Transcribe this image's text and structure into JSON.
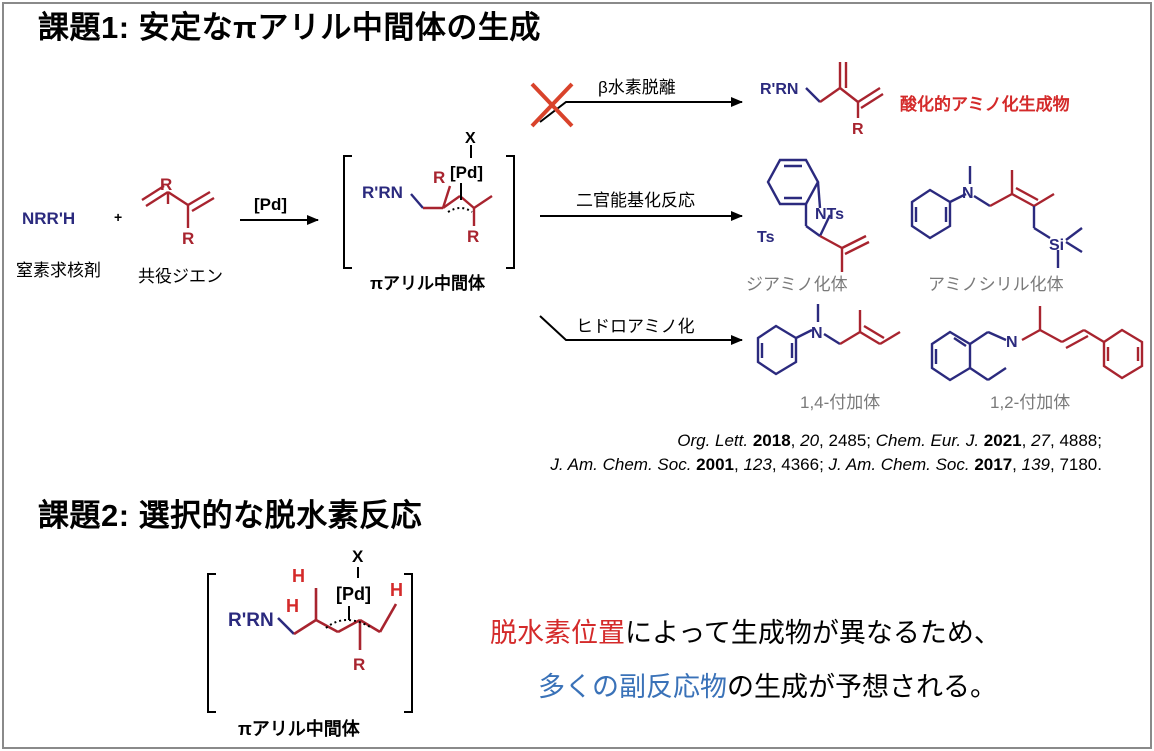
{
  "section1": {
    "heading": "課題1: 安定なπアリル中間体の生成"
  },
  "section2": {
    "heading": "課題2: 選択的な脱水素反応"
  },
  "reactants": {
    "nucleophile": "NRR'H",
    "nucleophile_label": "窒素求核剤",
    "plus": "+",
    "diene_label": "共役ジエン",
    "catalyst": "[Pd]"
  },
  "intermediate": {
    "label": "πアリル中間体"
  },
  "pathways": {
    "beta_elimination": "β水素脱離",
    "beta_product_label": "酸化的アミノ化生成物",
    "difunctionalization": "二官能基化反応",
    "diamination_label": "ジアミノ化体",
    "aminosilylation_label": "アミノシリル化体",
    "hydroamination": "ヒドロアミノ化",
    "adduct_14_label": "1,4-付加体",
    "adduct_12_label": "1,2-付加体"
  },
  "references": {
    "line1": "Org. Lett. 2018, 20, 2485; Chem. Eur. J. 2021, 27, 4888;",
    "line2": "J. Am. Chem. Soc. 2001, 123, 4366; J. Am. Chem. Soc. 2017, 139, 7180."
  },
  "atoms": {
    "r": "R",
    "x": "X",
    "pd": "[Pd]",
    "h": "H",
    "rn": "R'RN",
    "n": "N",
    "nts": "NTs",
    "ts": "Ts",
    "si": "Si"
  },
  "note": {
    "line1_highlight": "脱水素位置",
    "line1_rest": "によって生成物が異なるため、",
    "line2_highlight": "多くの副反応物",
    "line2_rest": "の生成が予想される。"
  },
  "colors": {
    "navy": "#2b2a7e",
    "red": "#d42a2a",
    "maroon": "#a8242f",
    "blue": "#3a72b8",
    "grey": "#7a7a7a"
  }
}
